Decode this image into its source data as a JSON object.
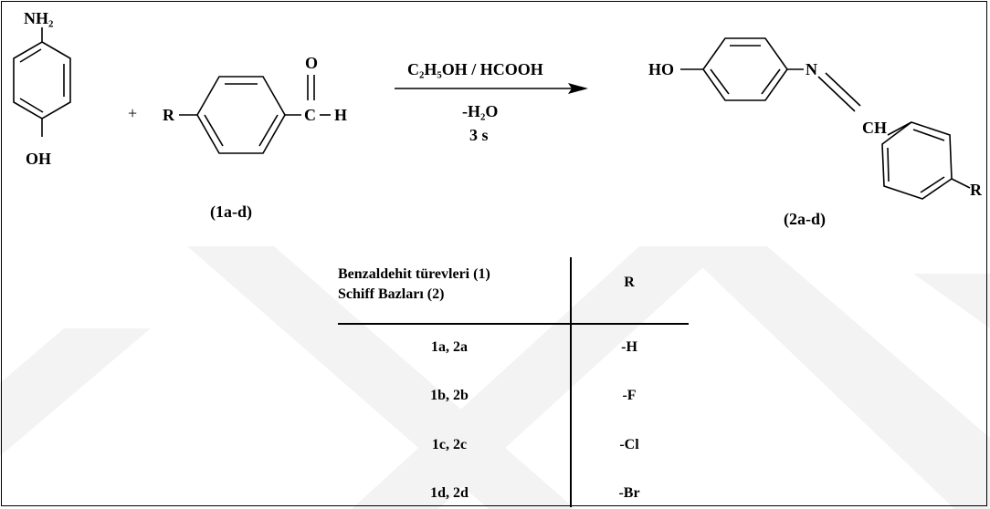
{
  "reaction": {
    "reactant1": {
      "top_group": "NH₂",
      "bottom_group": "OH"
    },
    "plus": "+",
    "reactant2": {
      "r_label": "R",
      "carbonyl_o": "O",
      "carbonyl_c": "C",
      "aldehyde_h": "H",
      "label": "(1a-d)"
    },
    "conditions": {
      "solvent": "C₂H₅OH / HCOOH",
      "byproduct": "-H₂O",
      "time": "3 s"
    },
    "product": {
      "ho": "HO",
      "n": "N",
      "ch": "CH",
      "r_label": "R",
      "label": "(2a-d)"
    }
  },
  "table": {
    "header_left_line1": "Benzaldehit türevleri (1)",
    "header_left_line2": "Schiff Bazları (2)",
    "header_right": "R",
    "rows": [
      {
        "compounds": "1a, 2a",
        "r": "-H"
      },
      {
        "compounds": "1b, 2b",
        "r": "-F"
      },
      {
        "compounds": "1c, 2c",
        "r": "-Cl"
      },
      {
        "compounds": "1d, 2d",
        "r": "-Br"
      }
    ]
  }
}
